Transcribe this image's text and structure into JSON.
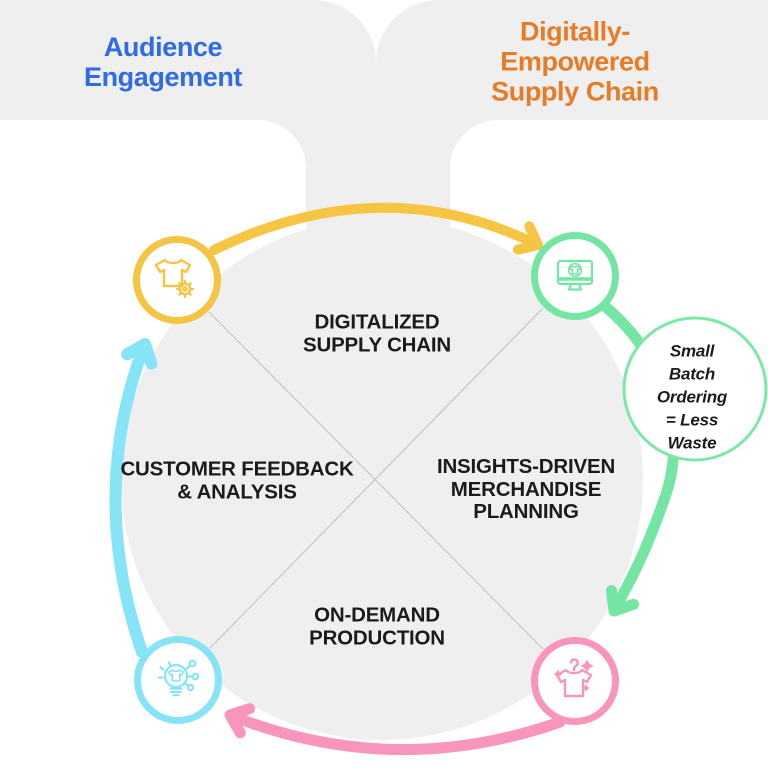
{
  "header": {
    "left_label": "Audience\nEngagement",
    "left_color": "#2F6BE8",
    "right_label": "Digitally-Empowered\nSupply Chain",
    "right_color": "#E87B25"
  },
  "cycle": {
    "quadrant_top": "DIGITALIZED\nSUPPLY CHAIN",
    "quadrant_right": "INSIGHTS-DRIVEN\nMERCHANDISE\nPLANNING",
    "quadrant_bottom": "ON-DEMAND\nPRODUCTION",
    "quadrant_left": "CUSTOMER FEEDBACK\n& ANALYSIS",
    "nodes": [
      {
        "icon": "tshirt-gear-icon",
        "position": "top-left",
        "color": "#F5C445"
      },
      {
        "icon": "monitor-sync-icon",
        "position": "top-right",
        "color": "#74E6A4"
      },
      {
        "icon": "tshirt-sparkles-icon",
        "position": "bottom-right",
        "color": "#F795BD"
      },
      {
        "icon": "lightbulb-network-icon",
        "position": "bottom-left",
        "color": "#87E4F6"
      }
    ],
    "arrow_colors": {
      "top": "#F6C544",
      "right": "#74E5A3",
      "bottom": "#F795BD",
      "left": "#85E4F6"
    }
  },
  "callout": {
    "text": "Small Batch\nOrdering\n= Less Waste",
    "border_color": "#7BE8A8"
  },
  "background": {
    "banner_color": "#EFEFEF",
    "circle_color": "#EFEFEF",
    "divider_line_color": "#C6C6C6"
  }
}
